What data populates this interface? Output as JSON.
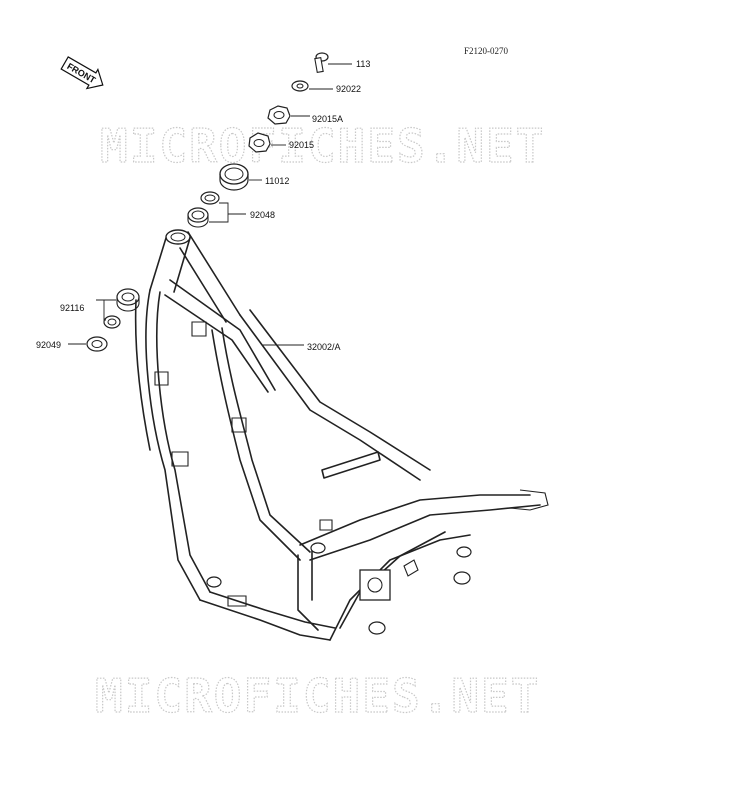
{
  "figure_code": "F2120-0270",
  "front_arrow_label": "FRONT",
  "watermark_top": "MICROFICHES.NET",
  "watermark_bottom": "MICROFICHES.NET",
  "callouts": {
    "p113": "113",
    "p92022": "92022",
    "p92015A": "92015A",
    "p92015": "92015",
    "p11012": "11012",
    "p92048": "92048",
    "p92116": "92116",
    "p92049": "92049",
    "p32002A": "32002/A"
  }
}
